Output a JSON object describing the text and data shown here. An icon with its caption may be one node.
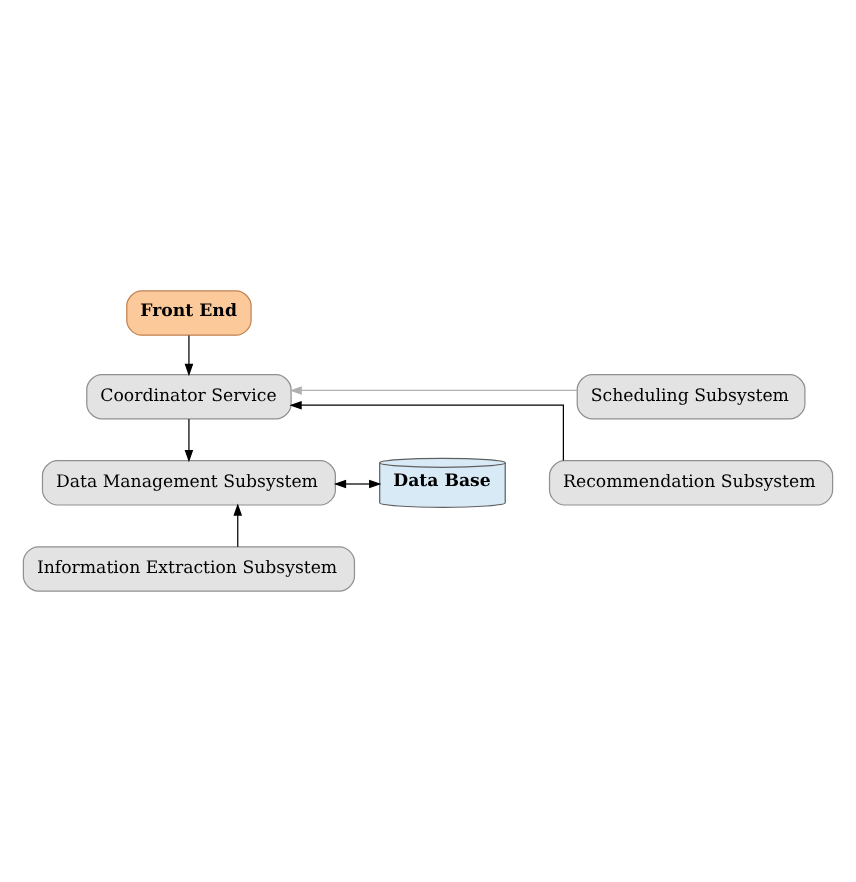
{
  "diagram": {
    "nodes": [
      {
        "text": [
          "Front End"
        ]
      },
      {
        "text": [
          "Coordinator Service"
        ]
      },
      {
        "text": [
          "Scheduling Subsystem"
        ]
      },
      {
        "text": [
          "Recommendation Subsystem"
        ]
      },
      {
        "text": [
          "Data Management Subsystem"
        ]
      },
      {
        "text": [
          "Data Base"
        ]
      },
      {
        "text": [
          "Information Extraction Subsystem"
        ]
      }
    ],
    "edges": [
      {
        "from": 0,
        "to": 1,
        "arrow": "to"
      },
      {
        "from": 2,
        "to": 1,
        "arrow": "to",
        "color": "#b0b0b0"
      },
      {
        "from": 3,
        "to": 1,
        "arrow": "to"
      },
      {
        "from": 1,
        "to": 4,
        "arrow": "to"
      },
      {
        "from": 4,
        "to": 5,
        "arrow": "both"
      },
      {
        "from": 6,
        "to": 4,
        "arrow": "to"
      }
    ]
  }
}
